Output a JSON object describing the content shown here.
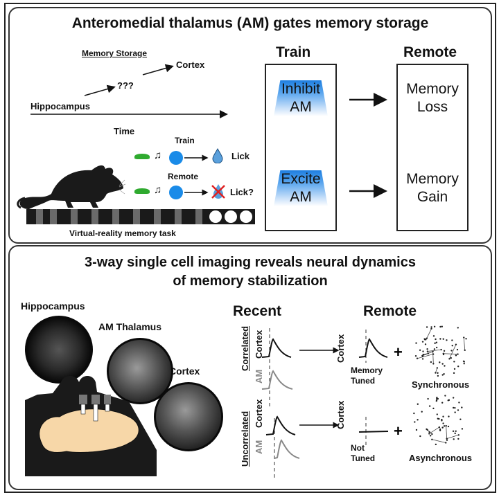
{
  "panel_top": {
    "title": "Anteromedial thalamus (AM) gates memory storage",
    "storage_diagram": {
      "heading": "Memory Storage",
      "hippocampus": "Hippocampus",
      "intermediate": "???",
      "cortex": "Cortex",
      "time_axis": "Time"
    },
    "task": {
      "train_label": "Train",
      "train_outcome": "Lick",
      "remote_label": "Remote",
      "remote_outcome": "Lick?",
      "caption": "Virtual-reality memory task",
      "colors": {
        "cue_circle": "#1a8be8",
        "drop": "#5aa0dc",
        "cross": "#e02020",
        "grass": "#2faa2f"
      }
    },
    "train_column": {
      "header": "Train",
      "items": [
        {
          "line1": "Inhibit",
          "line2": "AM"
        },
        {
          "line1": "Excite",
          "line2": "AM"
        }
      ],
      "beam_color": "#1e7fe0"
    },
    "remote_column": {
      "header": "Remote",
      "items": [
        {
          "line1": "Memory",
          "line2": "Loss"
        },
        {
          "line1": "Memory",
          "line2": "Gain"
        }
      ]
    }
  },
  "panel_bottom": {
    "title_line1": "3-way single cell imaging reveals neural dynamics",
    "title_line2": "of memory stabilization",
    "regions": {
      "hippocampus": "Hippocampus",
      "am_thalamus": "AM Thalamus",
      "cortex": "Cortex"
    },
    "recent_header": "Recent",
    "remote_header": "Remote",
    "rows": [
      {
        "group": "Correlated",
        "trace_top": "Cortex",
        "trace_bottom": "AM",
        "remote_trace": "Cortex",
        "tuning_line1": "Memory",
        "tuning_line2": "Tuned",
        "plus": "+",
        "network": "Synchronous"
      },
      {
        "group": "Uncorrelated",
        "trace_top": "Cortex",
        "trace_bottom": "AM",
        "remote_trace": "Cortex",
        "tuning_line1": "Not",
        "tuning_line2": "Tuned",
        "plus": "+",
        "network": "Asynchronous"
      }
    ],
    "brain_color": "#f7d7a8"
  }
}
